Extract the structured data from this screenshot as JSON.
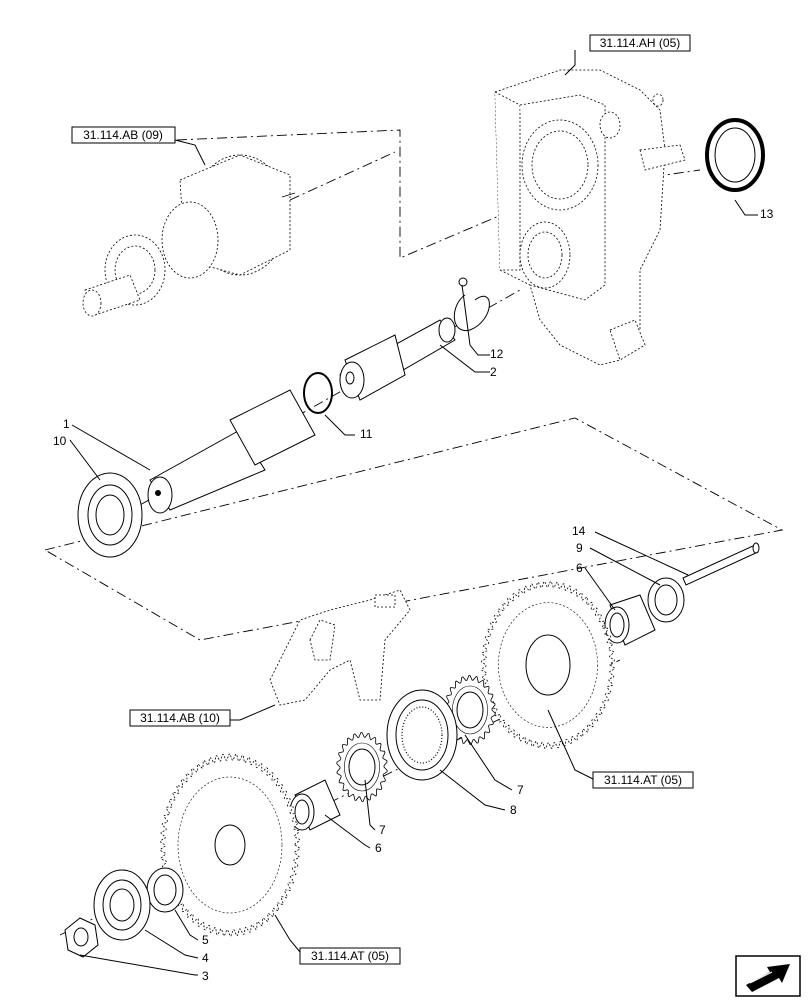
{
  "references": [
    {
      "id": "ref-ah",
      "text": "31.114.AH (05)"
    },
    {
      "id": "ref-ab09",
      "text": "31.114.AB (09)"
    },
    {
      "id": "ref-ab10",
      "text": "31.114.AB (10)"
    },
    {
      "id": "ref-at-right",
      "text": "31.114.AT (05)"
    },
    {
      "id": "ref-at-bottom",
      "text": "31.114.AT (05)"
    }
  ],
  "callouts": [
    {
      "id": "n1",
      "text": "1"
    },
    {
      "id": "n10",
      "text": "10"
    },
    {
      "id": "n2",
      "text": "2"
    },
    {
      "id": "n12",
      "text": "12"
    },
    {
      "id": "n11",
      "text": "11"
    },
    {
      "id": "n13",
      "text": "13"
    },
    {
      "id": "n14",
      "text": "14"
    },
    {
      "id": "n9",
      "text": "9"
    },
    {
      "id": "n6a",
      "text": "6"
    },
    {
      "id": "n7a",
      "text": "7"
    },
    {
      "id": "n8",
      "text": "8"
    },
    {
      "id": "n7b",
      "text": "7"
    },
    {
      "id": "n6b",
      "text": "6"
    },
    {
      "id": "n5",
      "text": "5"
    },
    {
      "id": "n4",
      "text": "4"
    },
    {
      "id": "n3",
      "text": "3"
    }
  ],
  "icons": {
    "corner": "exploded-view-arrow-icon"
  }
}
